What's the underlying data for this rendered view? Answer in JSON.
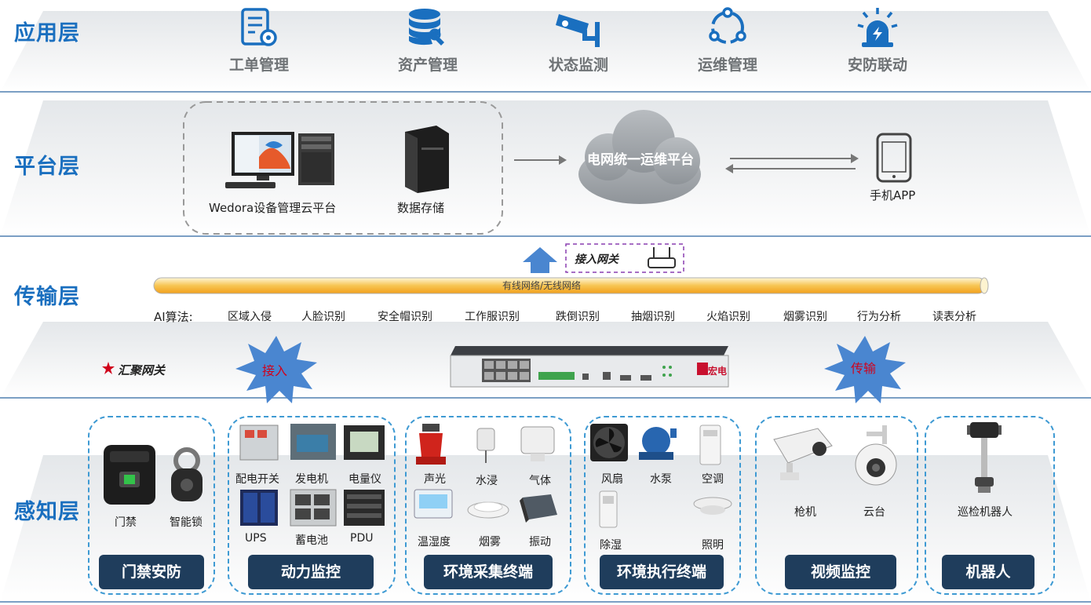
{
  "layers": {
    "application": "应用层",
    "platform": "平台层",
    "transport": "传输层",
    "perception": "感知层"
  },
  "apps": [
    {
      "label": "工单管理",
      "icon": "work-order-icon"
    },
    {
      "label": "资产管理",
      "icon": "asset-database-icon"
    },
    {
      "label": "状态监测",
      "icon": "surveillance-camera-icon"
    },
    {
      "label": "运维管理",
      "icon": "operations-cycle-icon"
    },
    {
      "label": "安防联动",
      "icon": "alarm-beacon-icon"
    }
  ],
  "platform": {
    "cloud_platform_label": "Wedora设备管理云平台",
    "storage_label": "数据存储",
    "unified_platform": "电网统一运维平台",
    "mobile_app": "手机APP"
  },
  "transport": {
    "access_gateway": "接入网关",
    "network_pipe": "有线网络/无线网络",
    "ai_label": "AI算法:",
    "ai_items": [
      "区域入侵",
      "人脸识别",
      "安全帽识别",
      "工作服识别",
      "跌倒识别",
      "抽烟识别",
      "火焰识别",
      "烟雾识别",
      "行为分析",
      "读表分析"
    ],
    "aggregation_gateway": "汇聚网关",
    "burst_in": "接入",
    "burst_out": "传输",
    "device_brand": "宏电"
  },
  "groups": [
    {
      "title": "门禁安防",
      "devices": [
        "门禁",
        "智能锁"
      ]
    },
    {
      "title": "动力监控",
      "devices": [
        "配电开关",
        "发电机",
        "电量仪",
        "UPS",
        "蓄电池",
        "PDU"
      ]
    },
    {
      "title": "环境采集终端",
      "devices": [
        "声光",
        "水浸",
        "气体",
        "温湿度",
        "烟雾",
        "振动"
      ]
    },
    {
      "title": "环境执行终端",
      "devices": [
        "风扇",
        "水泵",
        "空调",
        "除湿",
        "照明"
      ]
    },
    {
      "title": "视频监控",
      "devices": [
        "枪机",
        "云台"
      ]
    },
    {
      "title": "机器人",
      "devices": [
        "巡检机器人"
      ]
    }
  ],
  "colors": {
    "accent": "#1a6fbf",
    "button": "#1f3d5c",
    "dashed": "#3e9ad3",
    "burst": "#4a86d0",
    "pipe": "#f5a623"
  }
}
